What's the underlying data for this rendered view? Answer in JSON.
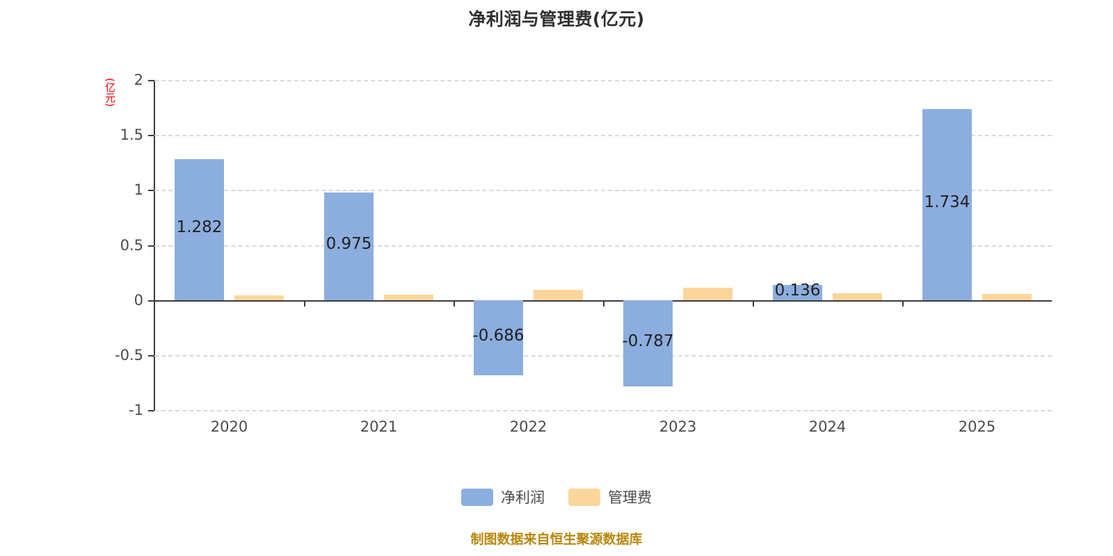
{
  "title": "净利润与管理费(亿元)",
  "y_axis_unit": "(亿元)",
  "footer_note": "制图数据来自恒生聚源数据库",
  "legend": {
    "position": "bottom",
    "items": [
      {
        "label": "净利润",
        "color": "#8CAEDF"
      },
      {
        "label": "管理费",
        "color": "#FBD69B"
      }
    ]
  },
  "chart_data": {
    "type": "bar",
    "title": "净利润与管理费(亿元)",
    "xlabel": "",
    "ylabel": "(亿元)",
    "ylim": [
      -1,
      2
    ],
    "yticks": [
      2,
      1.5,
      1,
      0.5,
      0,
      -0.5,
      -1
    ],
    "ytick_labels": [
      "2",
      "1.5",
      "1",
      "0.5",
      "0",
      "-0.5",
      "-1"
    ],
    "grid": true,
    "grid_style": "dashed-horizontal",
    "categories": [
      "2020",
      "2021",
      "2022",
      "2023",
      "2024",
      "2025"
    ],
    "series": [
      {
        "name": "净利润",
        "color": "#8CAEDF",
        "values": [
          1.282,
          0.975,
          -0.686,
          -0.787,
          0.136,
          1.734
        ],
        "labels": [
          "1.282",
          "0.975",
          "-0.686",
          "-0.787",
          "0.136",
          "1.734"
        ]
      },
      {
        "name": "管理费",
        "color": "#FBD69B",
        "values": [
          0.045,
          0.05,
          0.09,
          0.11,
          0.06,
          0.055
        ],
        "labels": [
          "",
          "",
          "",
          "",
          "",
          ""
        ]
      }
    ]
  }
}
